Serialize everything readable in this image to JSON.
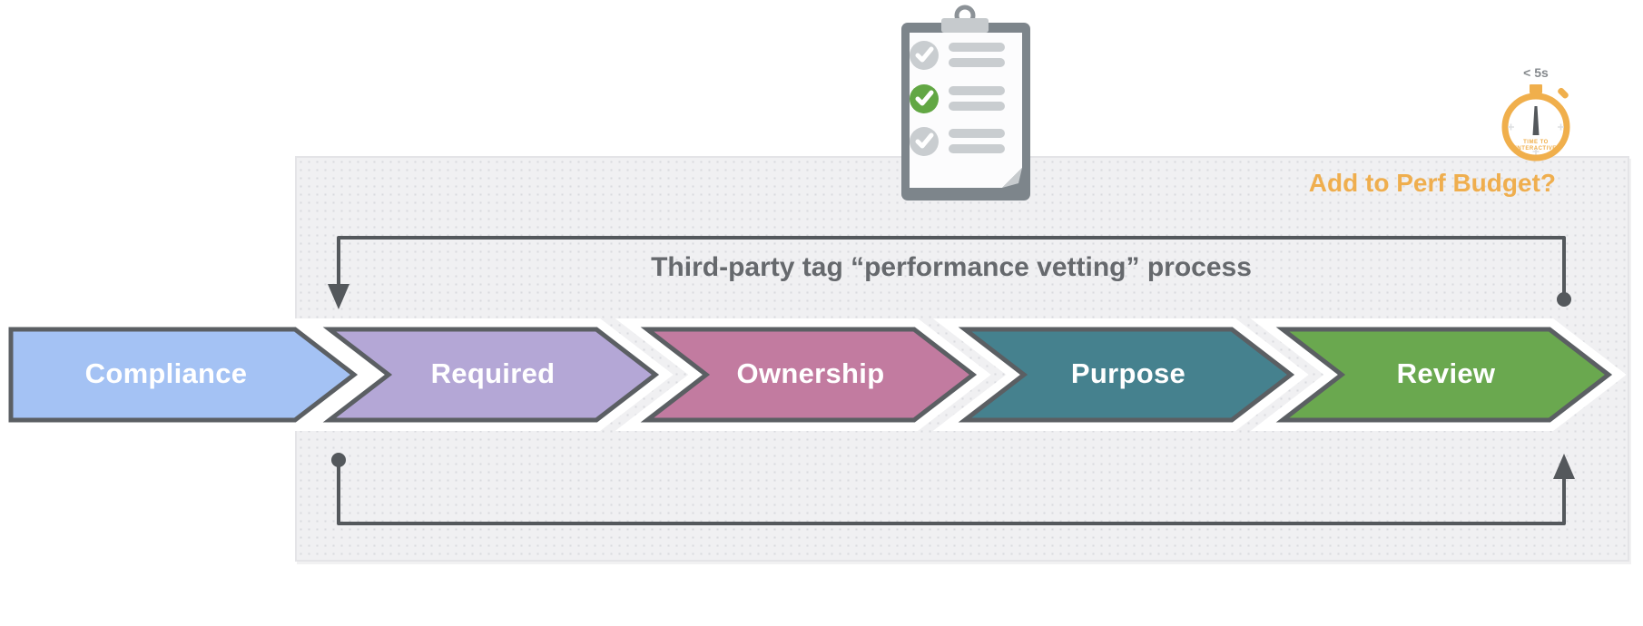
{
  "panel": {
    "title": "Third-party tag “performance vetting” process",
    "perf_budget_label": "Add to Perf Budget?"
  },
  "steps": [
    {
      "label": "Compliance",
      "color": "#A4C2F4"
    },
    {
      "label": "Required",
      "color": "#B4A7D6"
    },
    {
      "label": "Ownership",
      "color": "#C27BA0"
    },
    {
      "label": "Purpose",
      "color": "#45818E"
    },
    {
      "label": "Review",
      "color": "#6AA84F"
    }
  ],
  "stopwatch": {
    "time_label": "< 5s",
    "metric_line1": "TIME TO",
    "metric_line2": "INTERACTIVE"
  },
  "colors": {
    "step_border": "#5B5F63",
    "connector": "#54585C",
    "accent_orange": "#EFAE4E",
    "title_text": "#66696D",
    "check_green": "#62A744",
    "panel_fill": "#F0F0F2"
  }
}
